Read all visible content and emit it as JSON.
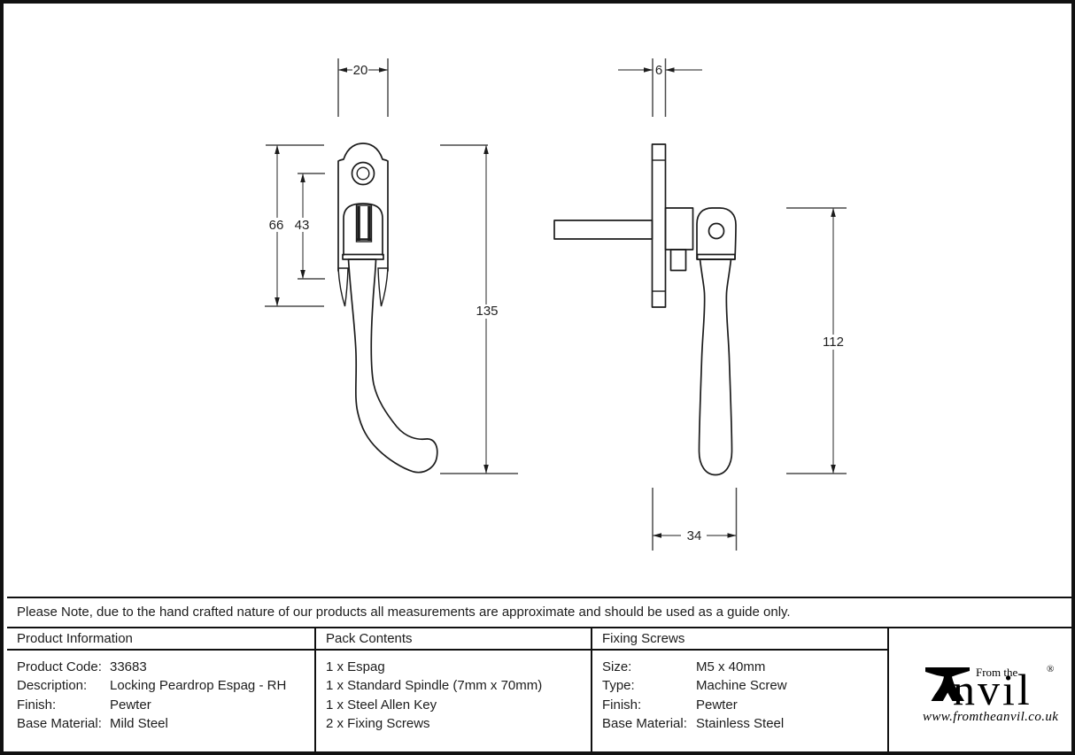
{
  "note": "Please Note, due to the hand crafted nature of our products all measurements are approximate and should be used as a guide only.",
  "drawing": {
    "front_view": {
      "width": "20",
      "backplate_height": "66",
      "hole_to_plate_base": "43",
      "overall_height": "135"
    },
    "side_view": {
      "plate_thickness": "6",
      "handle_drop": "112",
      "handle_depth": "34"
    }
  },
  "table": {
    "product_info": {
      "header": "Product Information",
      "rows": [
        {
          "label": "Product Code:",
          "value": "33683"
        },
        {
          "label": "Description:",
          "value": "Locking Peardrop Espag - RH"
        },
        {
          "label": "Finish:",
          "value": "Pewter"
        },
        {
          "label": "Base Material:",
          "value": "Mild Steel"
        }
      ]
    },
    "pack_contents": {
      "header": "Pack Contents",
      "items": [
        "1 x Espag",
        "1 x Standard Spindle (7mm x 70mm)",
        "1 x Steel Allen Key",
        "2 x Fixing Screws"
      ]
    },
    "fixing_screws": {
      "header": "Fixing Screws",
      "rows": [
        {
          "label": "Size:",
          "value": "M5 x 40mm"
        },
        {
          "label": "Type:",
          "value": "Machine Screw"
        },
        {
          "label": "Finish:",
          "value": "Pewter"
        },
        {
          "label": "Base Material:",
          "value": "Stainless Steel"
        }
      ]
    }
  },
  "brand": {
    "icon": "anvil-icon",
    "tagline": "From the",
    "name_rest": "nvil",
    "registered": "®",
    "url": "www.fromtheanvil.co.uk",
    "ink_color": "#1c1c1c",
    "border_color": "#111111"
  }
}
